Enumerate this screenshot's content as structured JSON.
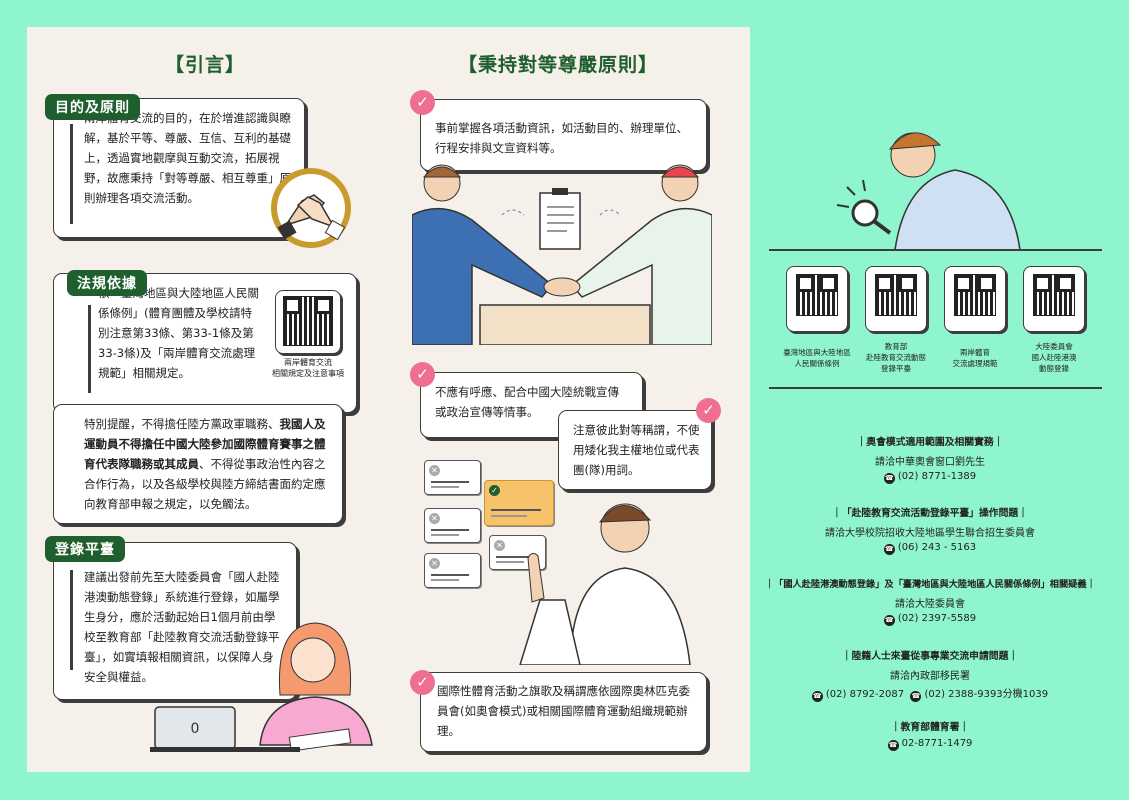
{
  "headings": {
    "intro": "【引言】",
    "principle": "【秉持對等尊嚴原則】"
  },
  "purpose": {
    "tag": "目的及原則",
    "text": "兩岸體育交流的目的，在於增進認識與瞭解，基於平等、尊嚴、互信、互利的基礎上，透過實地觀摩與互動交流，拓展視野，故應秉持「對等尊嚴、相互尊重」原則辦理各項交流活動。"
  },
  "law": {
    "tag": "法規依據",
    "text": "依「臺灣地區與大陸地區人民關係條例」(體育團體及學校請特別注意第33條、第33-1條及第33-3條)及「兩岸體育交流處理規範」相關規定。",
    "qr_caption_1": "兩岸體育交流",
    "qr_caption_2": "相關規定及注意事項"
  },
  "reminder": {
    "text_a": "特別提醒，不得擔任陸方黨政軍職務、",
    "text_bold": "我國人及運動員不得擔任中國大陸參加國際體育賽事之體育代表隊職務或其成員",
    "text_b": "、不得從事政治性內容之合作行為，以及各級學校與陸方締結書面約定應向教育部申報之規定，以免觸法。"
  },
  "register": {
    "tag": "登錄平臺",
    "text": "建議出發前先至大陸委員會「國人赴陸港澳動態登錄」系統進行登錄，如屬學生身分，應於活動起始日1個月前由學校至教育部「赴陸教育交流活動登錄平臺」，如實填報相關資訊，以保障人身安全與權益。"
  },
  "principles": [
    "事前掌握各項活動資訊，如活動目的、辦理單位、行程安排與文宣資料等。",
    "不應有呼應、配合中國大陸統戰宣傳或政治宣傳等情事。",
    "注意彼此對等稱謂，不使用矮化我主權地位或代表團(隊)用詞。",
    "國際性體育活動之旗歌及稱謂應依國際奧林匹克委員會(如奧會模式)或相關國際體育運動組織規範辦理。"
  ],
  "qr_codes": [
    {
      "label_1": "臺灣地區與大陸地區",
      "label_2": "人民關係條例",
      "label_3": ""
    },
    {
      "label_1": "教育部",
      "label_2": "赴陸教育交流動態",
      "label_3": "登錄平臺"
    },
    {
      "label_1": "兩岸體育",
      "label_2": "交流處理規範",
      "label_3": ""
    },
    {
      "label_1": "大陸委員會",
      "label_2": "國人赴陸港澳",
      "label_3": "動態登錄"
    }
  ],
  "contacts": [
    {
      "title": "｜奧會模式適用範圍及相關實務｜",
      "line": "請洽中華奧會窗口劉先生",
      "phone": "(02) 8771-1389",
      "phone2": ""
    },
    {
      "title": "｜「赴陸教育交流活動登錄平臺」操作問題｜",
      "line": "請洽大學校院招收大陸地區學生聯合招生委員會",
      "phone": "(06) 243 - 5163",
      "phone2": ""
    },
    {
      "title": "｜「國人赴陸港澳動態登錄」及「臺灣地區與大陸地區人民關係條例」相關疑義｜",
      "line": "請洽大陸委員會",
      "phone": "(02) 2397-5589",
      "phone2": ""
    },
    {
      "title": "｜陸籍人士來臺從事專業交流申請問題｜",
      "line": "請洽內政部移民署",
      "phone": "(02) 8792-2087",
      "phone2": "(02) 2388-9393分機1039"
    },
    {
      "title": "｜教育部體育署｜",
      "line": "",
      "phone": "02-8771-1479",
      "phone2": ""
    }
  ],
  "colors": {
    "background": "#8ff5cf",
    "panel": "#f5f1ea",
    "accent_green": "#1f5e2d",
    "check_pink": "#ee6f90"
  },
  "icons": [
    "check-icon",
    "phone-icon",
    "qr-code-icon",
    "magnifier-icon",
    "handshake-icon",
    "document-icon"
  ]
}
